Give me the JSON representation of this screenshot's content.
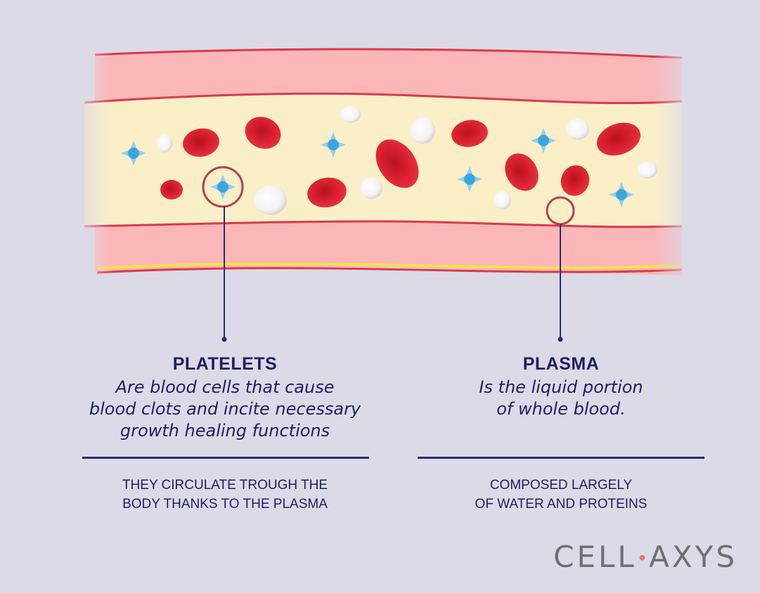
{
  "colors": {
    "background": "#dcdae6",
    "vessel_wall": "#fbb6b8",
    "vessel_line": "#d93a4a",
    "plasma": "#fbefc8",
    "outer_stripe": "#f5e14a",
    "red_cell": "#d9202f",
    "platelet": "#4fb3e6",
    "white_cell": "#ffffff",
    "text": "#1f1d63",
    "callout": "#b5404c"
  },
  "platelets": {
    "title": "PLATELETS",
    "description_lines": [
      "Are blood cells that cause",
      "blood clots and incite necessary",
      "growth healing functions"
    ],
    "note_lines": [
      "THEY CIRCULATE TROUGH THE",
      "BODY THANKS TO THE PLASMA"
    ]
  },
  "plasma": {
    "title": "PLASMA",
    "description_lines": [
      "Is the liquid portion",
      "of whole blood."
    ],
    "note_lines": [
      "COMPOSED LARGELY",
      "OF WATER AND PROTEINS"
    ]
  },
  "logo": {
    "text_left": "CELL",
    "dot": "•",
    "text_right": "AXYS"
  }
}
